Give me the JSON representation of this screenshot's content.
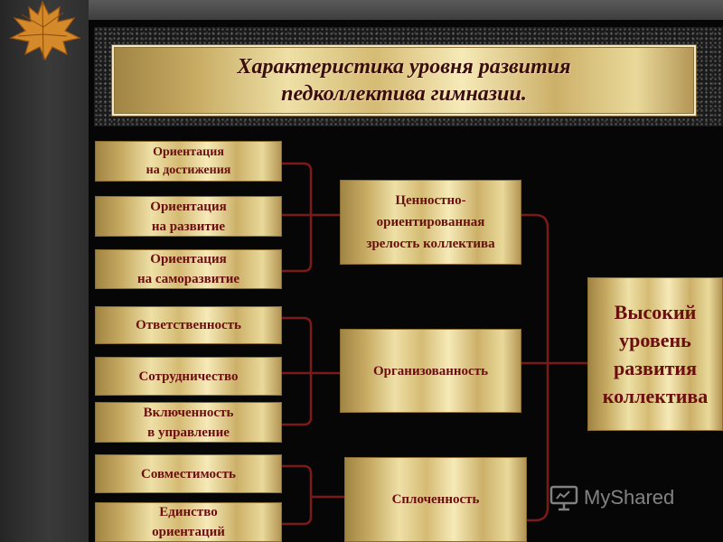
{
  "title": {
    "line1": "Характеристика уровня развития",
    "line2": "педколлектива гимназии."
  },
  "left_items": {
    "i1": {
      "line1": "Ориентация",
      "line2": "на достижения"
    },
    "i2": {
      "line1": "Ориентация",
      "line2": "на развитие"
    },
    "i3": {
      "line1": "Ориентация",
      "line2": "на саморазвитие"
    },
    "i4": {
      "line1": "Ответственность"
    },
    "i5": {
      "line1": "Сотрудничество"
    },
    "i6": {
      "line1": "Включенность",
      "line2": "в управление"
    },
    "i7": {
      "line1": "Совместимость"
    },
    "i8": {
      "line1": "Единство",
      "line2": "ориентаций"
    }
  },
  "middle_items": {
    "m1": {
      "line1": "Ценностно-",
      "line2": "ориентированная",
      "line3": "зрелость коллектива"
    },
    "m2": {
      "line1": "Организованность"
    },
    "m3": {
      "line1": "Сплоченность"
    }
  },
  "result": {
    "line1": "Высокий",
    "line2": "уровень",
    "line3": "развития",
    "line4": "коллектива"
  },
  "watermark": {
    "text": "MyShared"
  },
  "colors": {
    "text_dark_red": "#6a0e0e",
    "connector": "#7a1a1a",
    "gold": "#d9c17c"
  },
  "icons": [
    "autumn-leaf-icon",
    "presentation-screen-icon"
  ]
}
